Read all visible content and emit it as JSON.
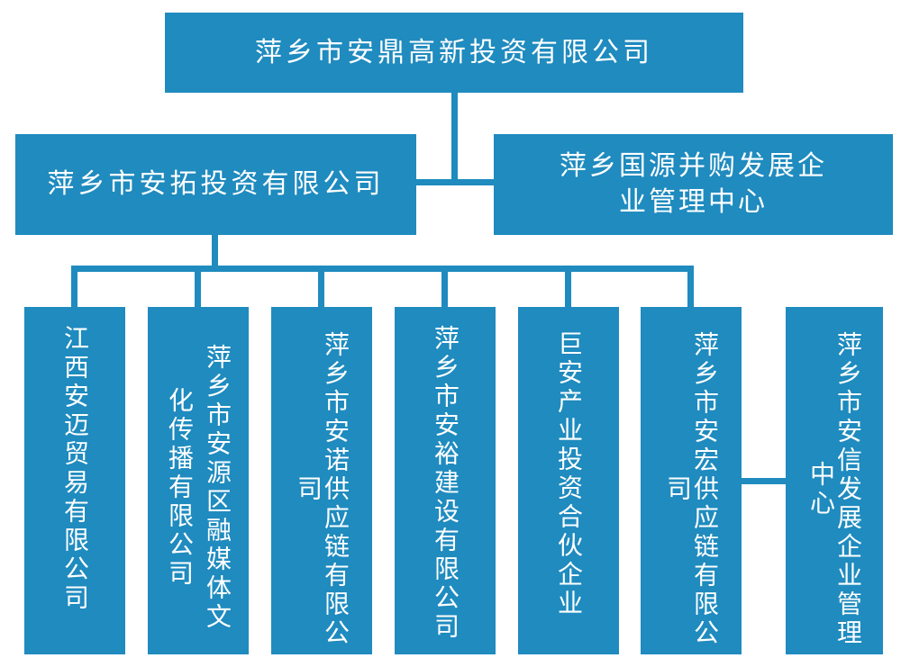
{
  "top": "萍乡市安鼎高新投资有限公司",
  "mid_left": "萍乡市安拓投资有限公司",
  "mid_right": "萍乡国源并购发展企业管理中心",
  "subs": [
    "江西安迈贸易有限公司",
    "萍乡市安源区融媒体文化传播有限公司",
    "萍乡市安诺供应链有限公司",
    "萍乡市安裕建设有限公司",
    "巨安产业投资合伙企业",
    "萍乡市安宏供应链有限公司",
    "萍乡市安信发展企业管理中心"
  ],
  "colors": {
    "box": "#1f8bbf",
    "text": "#ffffff",
    "background": "#ffffff"
  }
}
